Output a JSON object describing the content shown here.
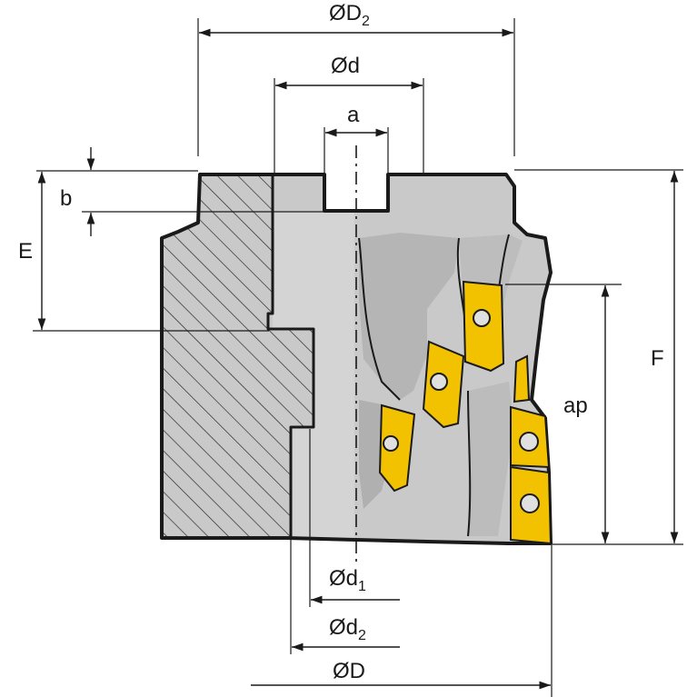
{
  "diagram": {
    "labels": {
      "D2": {
        "main": "ØD",
        "sub": "2"
      },
      "d": {
        "main": "Ød",
        "sub": ""
      },
      "a": {
        "main": "a",
        "sub": ""
      },
      "b": {
        "main": "b",
        "sub": ""
      },
      "E": {
        "main": "E",
        "sub": ""
      },
      "F": {
        "main": "F",
        "sub": ""
      },
      "ap": {
        "main": "ap",
        "sub": ""
      },
      "d1": {
        "main": "Ød",
        "sub": "1"
      },
      "d2": {
        "main": "Ød",
        "sub": "2"
      },
      "D": {
        "main": "ØD",
        "sub": ""
      }
    },
    "colors": {
      "body": "#c9c9c9",
      "body_dark": "#a7a7a7",
      "body_light": "#dedede",
      "insert": "#f2c200",
      "insert_dark": "#b98f00",
      "line": "#1a1a1a",
      "hatch": "#333333"
    }
  }
}
